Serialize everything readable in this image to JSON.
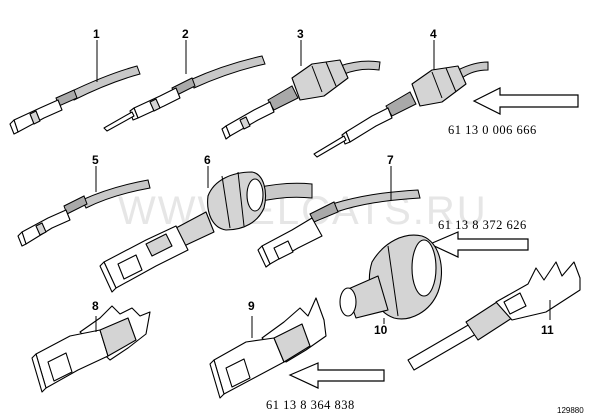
{
  "diagram": {
    "callouts": [
      {
        "id": "1",
        "label": "1"
      },
      {
        "id": "2",
        "label": "2"
      },
      {
        "id": "3",
        "label": "3"
      },
      {
        "id": "4",
        "label": "4"
      },
      {
        "id": "5",
        "label": "5"
      },
      {
        "id": "6",
        "label": "6"
      },
      {
        "id": "7",
        "label": "7"
      },
      {
        "id": "8",
        "label": "8"
      },
      {
        "id": "9",
        "label": "9"
      },
      {
        "id": "10",
        "label": "10"
      },
      {
        "id": "11",
        "label": "11"
      }
    ],
    "part_numbers": [
      {
        "label": "61 13 0 006 666",
        "points_to": "4"
      },
      {
        "label": "61 13 8 372 626",
        "points_to": "7"
      },
      {
        "label": "61 13 8 364 838",
        "points_to": "9"
      }
    ],
    "watermark": "WWW.ELCATS.RU",
    "reference": "129880"
  }
}
